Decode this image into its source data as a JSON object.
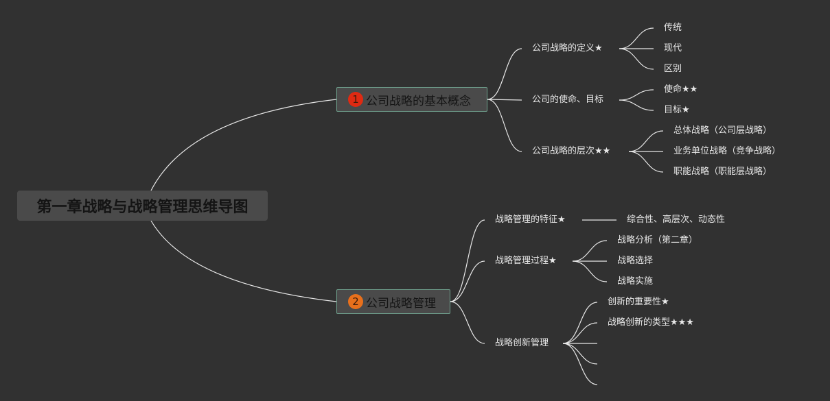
{
  "root": {
    "label": "第一章战略与战略管理思维导图"
  },
  "branches": [
    {
      "label": "公司战略的基本概念",
      "badge": "1",
      "badge_color": "#e02a12",
      "children": [
        {
          "label": "公司战略的定义★",
          "children": [
            "传统",
            "现代",
            "区别"
          ]
        },
        {
          "label": "公司的使命、目标",
          "children": [
            "使命★★",
            "目标★"
          ]
        },
        {
          "label": "公司战略的层次★★",
          "children": [
            "总体战略（公司层战略）",
            "业务单位战略（竞争战略）",
            "职能战略（职能层战略）"
          ]
        }
      ]
    },
    {
      "label": "公司战略管理",
      "badge": "2",
      "badge_color": "#e8701c",
      "children": [
        {
          "label": "战略管理的特征★",
          "children": [
            "综合性、高层次、动态性"
          ]
        },
        {
          "label": "战略管理过程★",
          "children": [
            "战略分析（第二章）",
            "战略选择",
            "战略实施"
          ]
        },
        {
          "label": "战略创新管理",
          "children": [
            "创新的重要性★",
            "战略创新的类型★★★",
            "",
            "",
            ""
          ]
        }
      ]
    }
  ],
  "colors": {
    "background": "#313131",
    "node_fill": "#4a4a4a",
    "node_border": "#6fa08d",
    "line": "#e8e8e8",
    "text": "#e8e8e8"
  }
}
